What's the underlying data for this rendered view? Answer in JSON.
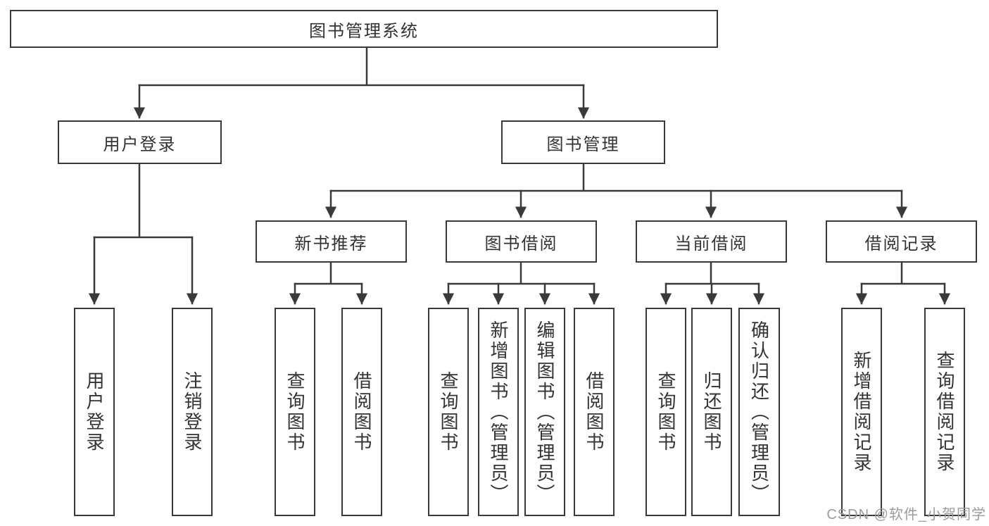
{
  "colors": {
    "line": "#3a3a3a",
    "box_border": "#3a3a3a",
    "text": "#333333",
    "background": "#ffffff",
    "watermark": "#9b9b9b"
  },
  "watermark": {
    "text": "CSDN @软件_小贺同学"
  },
  "tree": {
    "label": "图书管理系统",
    "children": [
      {
        "label": "用户登录",
        "children": [
          {
            "label": "用户登录"
          },
          {
            "label": "注销登录"
          }
        ]
      },
      {
        "label": "图书管理",
        "children": [
          {
            "label": "新书推荐",
            "children": [
              {
                "label": "查询图书"
              },
              {
                "label": "借阅图书"
              }
            ]
          },
          {
            "label": "图书借阅",
            "children": [
              {
                "label": "查询图书"
              },
              {
                "label": "新增图书（管理员）"
              },
              {
                "label": "编辑图书（管理员）"
              },
              {
                "label": "借阅图书"
              }
            ]
          },
          {
            "label": "当前借阅",
            "children": [
              {
                "label": "查询图书"
              },
              {
                "label": "归还图书"
              },
              {
                "label": "确认归还（管理员）"
              }
            ]
          },
          {
            "label": "借阅记录",
            "children": [
              {
                "label": "新增借阅记录"
              },
              {
                "label": "查询借阅记录"
              }
            ]
          }
        ]
      }
    ]
  }
}
